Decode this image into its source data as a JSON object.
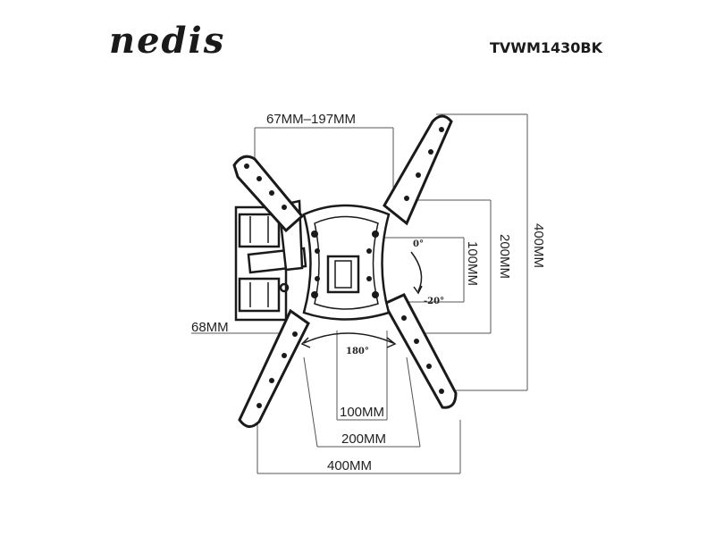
{
  "header": {
    "brand": "nedis",
    "model": "TVWM1430BK"
  },
  "dimensions": {
    "arm_range": "67MM–197MM",
    "wall_depth": "68MM",
    "tilt_top": "0°",
    "tilt_bottom": "-20°",
    "swivel": "180°",
    "vertical_100": "100MM",
    "vertical_200": "200MM",
    "vertical_400": "400MM",
    "horizontal_100": "100MM",
    "horizontal_200": "200MM",
    "horizontal_400": "400MM"
  },
  "colors": {
    "ink": "#1a1a1a",
    "line": "#555555",
    "background": "#ffffff"
  }
}
